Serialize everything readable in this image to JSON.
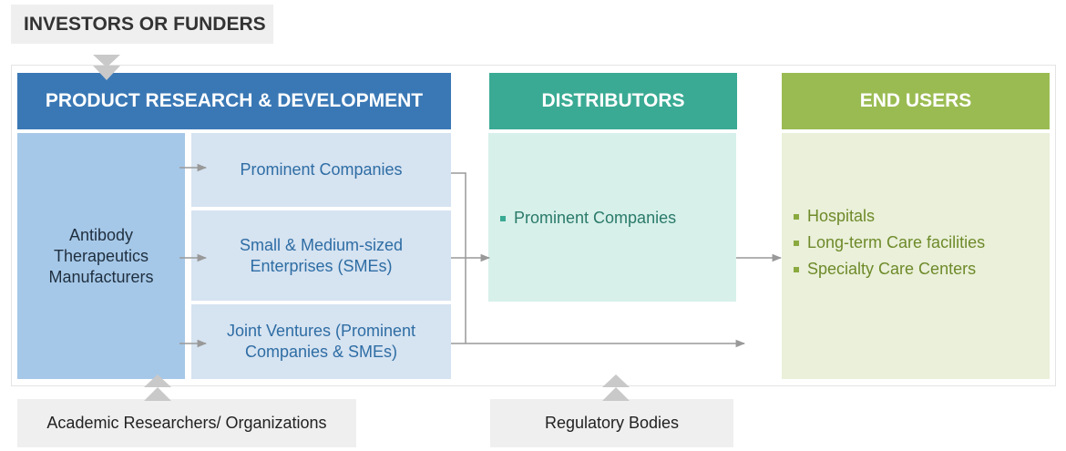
{
  "investors": {
    "label": "INVESTORS OR FUNDERS"
  },
  "headers": {
    "prd": "PRODUCT RESEARCH & DEVELOPMENT",
    "distributors": "DISTRIBUTORS",
    "end_users": "END USERS"
  },
  "manufacturers": {
    "label": "Antibody Therapeutics Manufacturers"
  },
  "sub_boxes": [
    "Prominent Companies",
    "Small & Medium-sized Enterprises (SMEs)",
    "Joint Ventures (Prominent Companies & SMEs)"
  ],
  "distributors": {
    "items": [
      "Prominent Companies"
    ]
  },
  "end_users": {
    "items": [
      "Hospitals",
      "Long-term Care facilities",
      "Specialty Care Centers"
    ]
  },
  "academic": {
    "label": "Academic Researchers/ Organizations"
  },
  "regulatory": {
    "label": "Regulatory Bodies"
  },
  "colors": {
    "prd": "#3a78b5",
    "distributors": "#3aaa94",
    "end_users": "#9abb52",
    "arrow": "#999999",
    "chevron": "#c9c9c9"
  }
}
